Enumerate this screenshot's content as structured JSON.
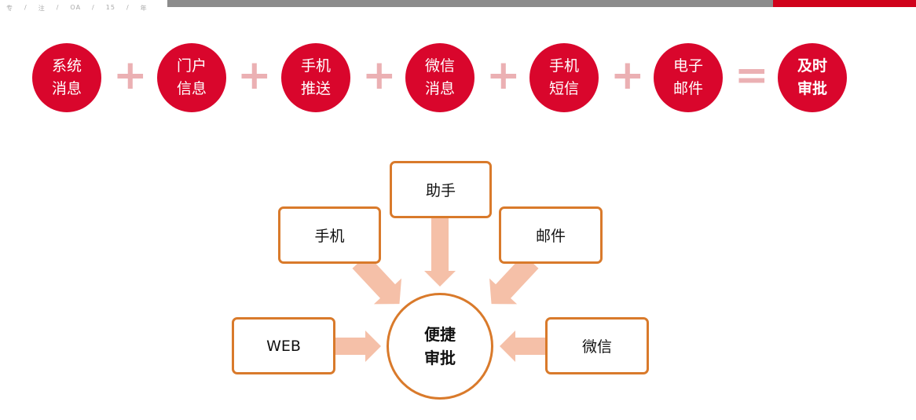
{
  "header": {
    "crumbs": [
      "专",
      "/",
      "注",
      "/",
      "OA",
      "/",
      "15",
      "/",
      "年"
    ]
  },
  "channels": [
    {
      "l1": "系统",
      "l2": "消息"
    },
    {
      "l1": "门户",
      "l2": "信息"
    },
    {
      "l1": "手机",
      "l2": "推送"
    },
    {
      "l1": "微信",
      "l2": "消息"
    },
    {
      "l1": "手机",
      "l2": "短信"
    },
    {
      "l1": "电子",
      "l2": "邮件"
    }
  ],
  "operators": {
    "plus": "+",
    "equals": "="
  },
  "result": {
    "l1": "及时",
    "l2": "审批"
  },
  "diagram": {
    "boxes": {
      "assistant": "助手",
      "mobile": "手机",
      "email": "邮件",
      "web": "WEB",
      "wechat": "微信"
    },
    "center": {
      "l1": "便捷",
      "l2": "审批"
    }
  },
  "colors": {
    "red": "#d9062c",
    "grey": "#8c8c8c",
    "orange": "#d97a2b",
    "arrow": "#f5c0a8"
  }
}
